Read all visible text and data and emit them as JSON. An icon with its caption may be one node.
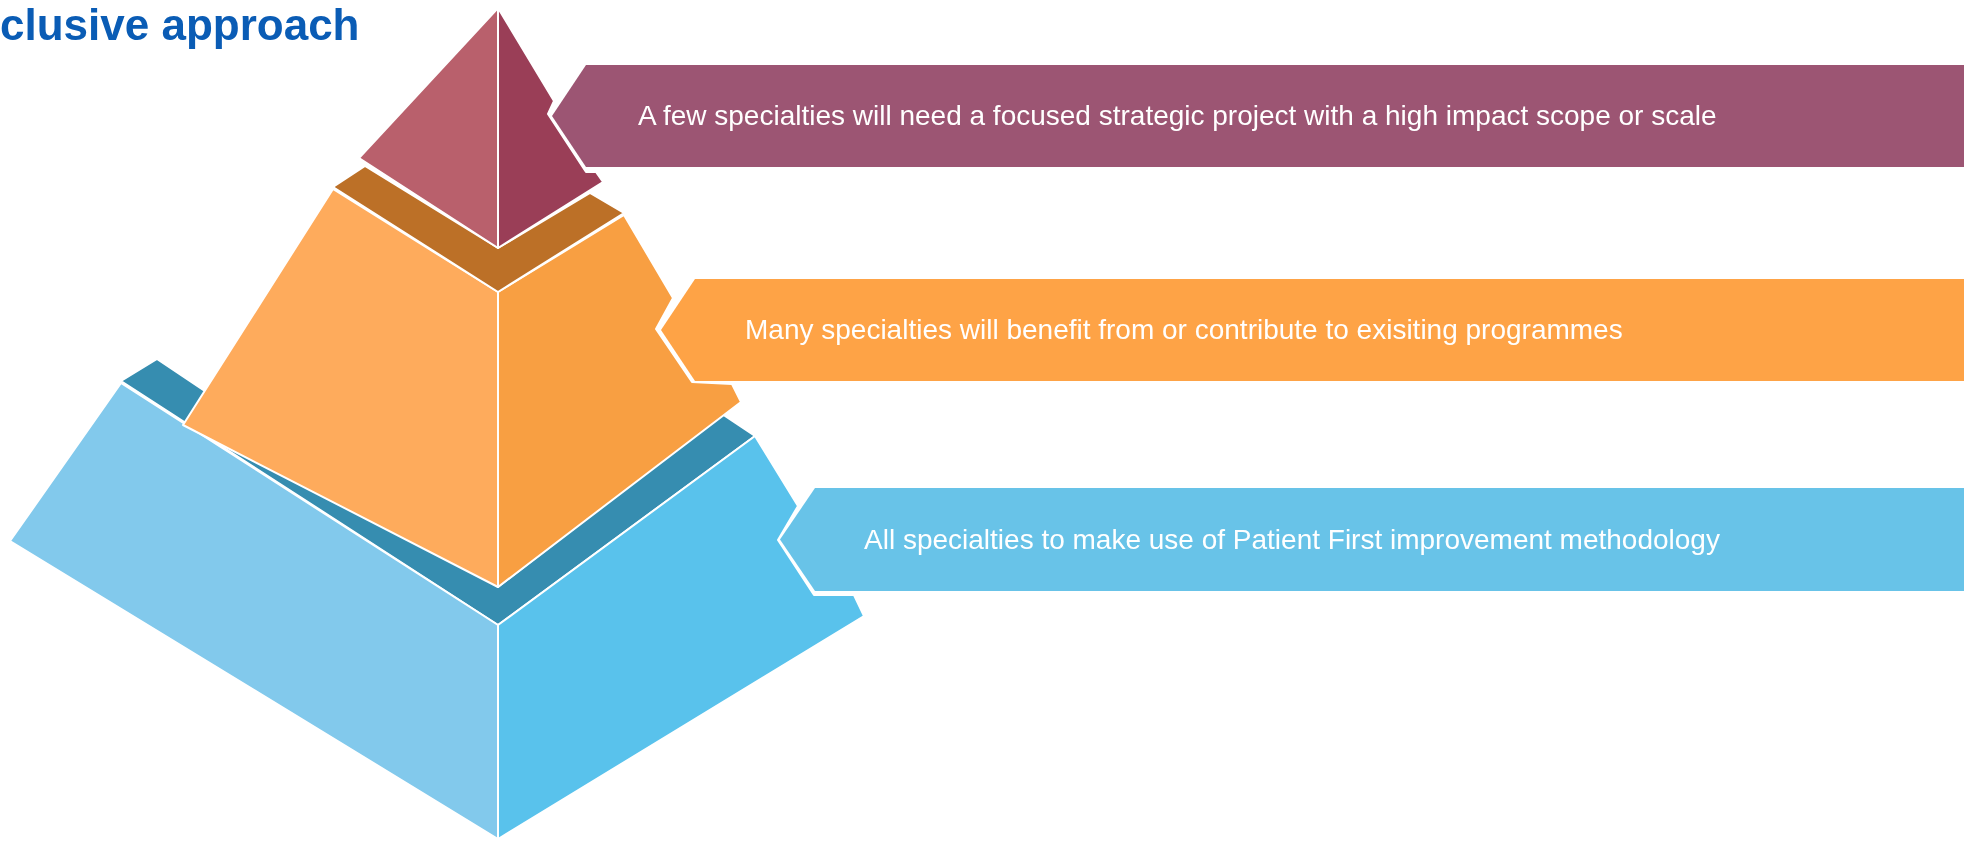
{
  "diagram": {
    "title": "clusive approach",
    "nodes": [
      {
        "text": [
          "A few specialties will need a focused strategic project with a high impact scope or scale"
        ]
      },
      {
        "text": [
          "Many specialties will benefit from or contribute to exisiting programmes"
        ]
      },
      {
        "text": [
          "All specialties to make use of Patient First improvement methodology"
        ]
      }
    ]
  }
}
